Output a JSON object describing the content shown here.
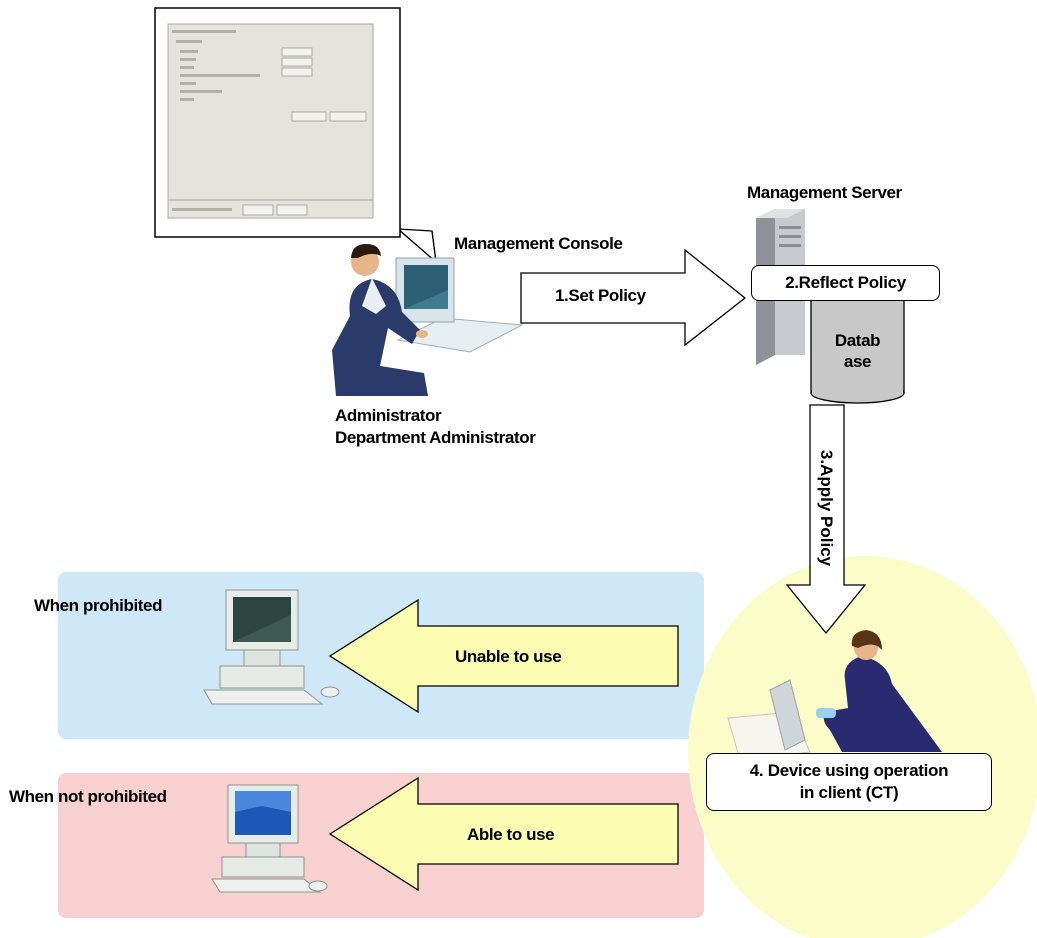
{
  "top": {
    "management_server": "Management Server",
    "management_console": "Management Console",
    "administrator": "Administrator",
    "department_administrator": "Department Administrator",
    "step1": "1.Set Policy",
    "step2": "2.Reflect Policy",
    "database_line1": "Datab",
    "database_line2": "ase",
    "step3": "3.Apply Policy"
  },
  "client": {
    "step4_line1": "4. Device using operation",
    "step4_line2": "in client (CT)"
  },
  "prohibited": {
    "label": "When prohibited",
    "arrow_text": "Unable to use",
    "color": "#cfe8f8"
  },
  "not_prohibited": {
    "label": "When not prohibited",
    "arrow_text": "Able to use",
    "color": "#f9d0d0"
  },
  "colors": {
    "arrow_yellow": "#fdfcb3",
    "client_circle": "#fcfcc8",
    "suit": "#2a3a6a"
  }
}
